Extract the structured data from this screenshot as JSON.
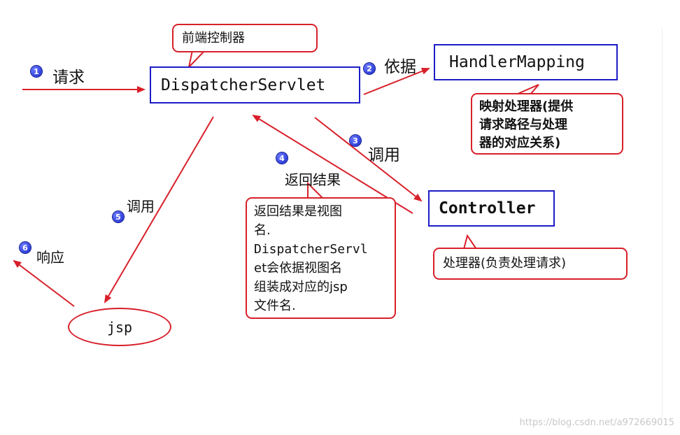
{
  "nodes": {
    "dispatcher": "DispatcherServlet",
    "handler_mapping": "HandlerMapping",
    "controller": "Controller",
    "jsp": "jsp"
  },
  "callouts": {
    "front_controller": "前端控制器",
    "mapping_desc_lines": [
      "映射处理器(提供",
      "请求路径与处理",
      "器的对应关系)"
    ],
    "controller_desc": "处理器(负责处理请求)",
    "result_desc_lines": [
      "返回结果是视图",
      "名.",
      "DispatcherServl",
      "et会依据视图名",
      "组装成对应的jsp",
      "文件名."
    ]
  },
  "steps": [
    {
      "num": "1",
      "label": "请求"
    },
    {
      "num": "2",
      "label": "依据"
    },
    {
      "num": "3",
      "label": "调用"
    },
    {
      "num": "4",
      "label": "返回结果"
    },
    {
      "num": "5",
      "label": "调用"
    },
    {
      "num": "6",
      "label": "响应"
    }
  ],
  "colors": {
    "arrow": "#d8202a",
    "box_border": "#1c1cc8",
    "step_badge": "#1224c8"
  },
  "watermark": "https://blog.csdn.net/a972669015"
}
